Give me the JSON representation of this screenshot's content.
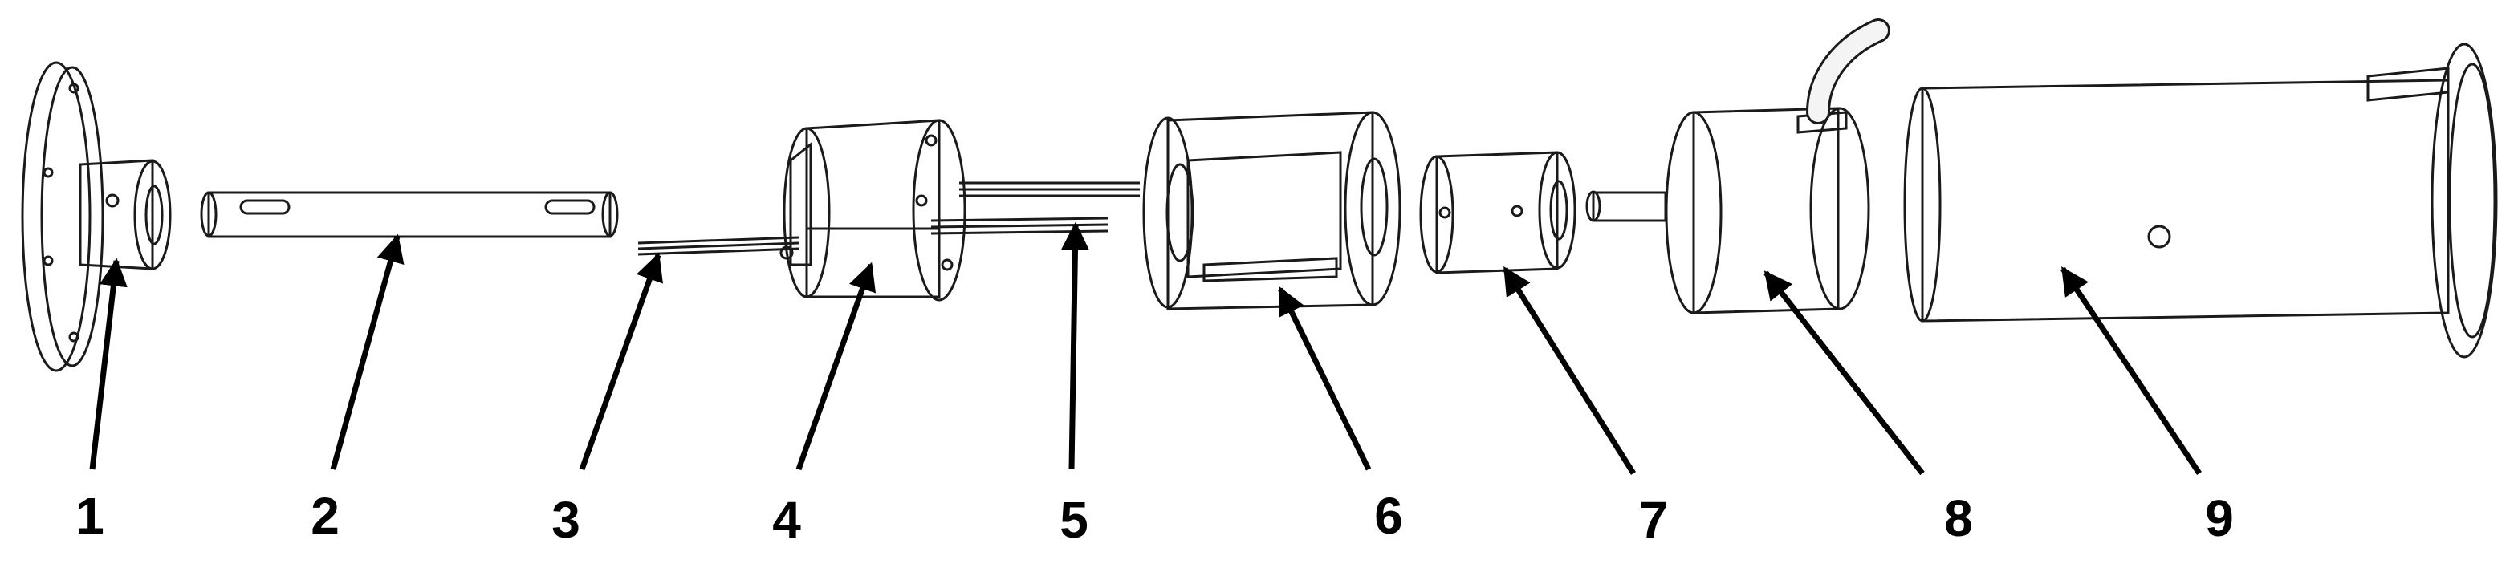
{
  "diagram": {
    "type": "exploded-assembly",
    "part_labels": [
      "1",
      "2",
      "3",
      "4",
      "5",
      "6",
      "7",
      "8",
      "9"
    ],
    "colors": {
      "stroke": "#1a1a1a",
      "face_light": "#f4f4f4",
      "face_shade": "#d8d8d8",
      "leader": "#000000"
    }
  }
}
